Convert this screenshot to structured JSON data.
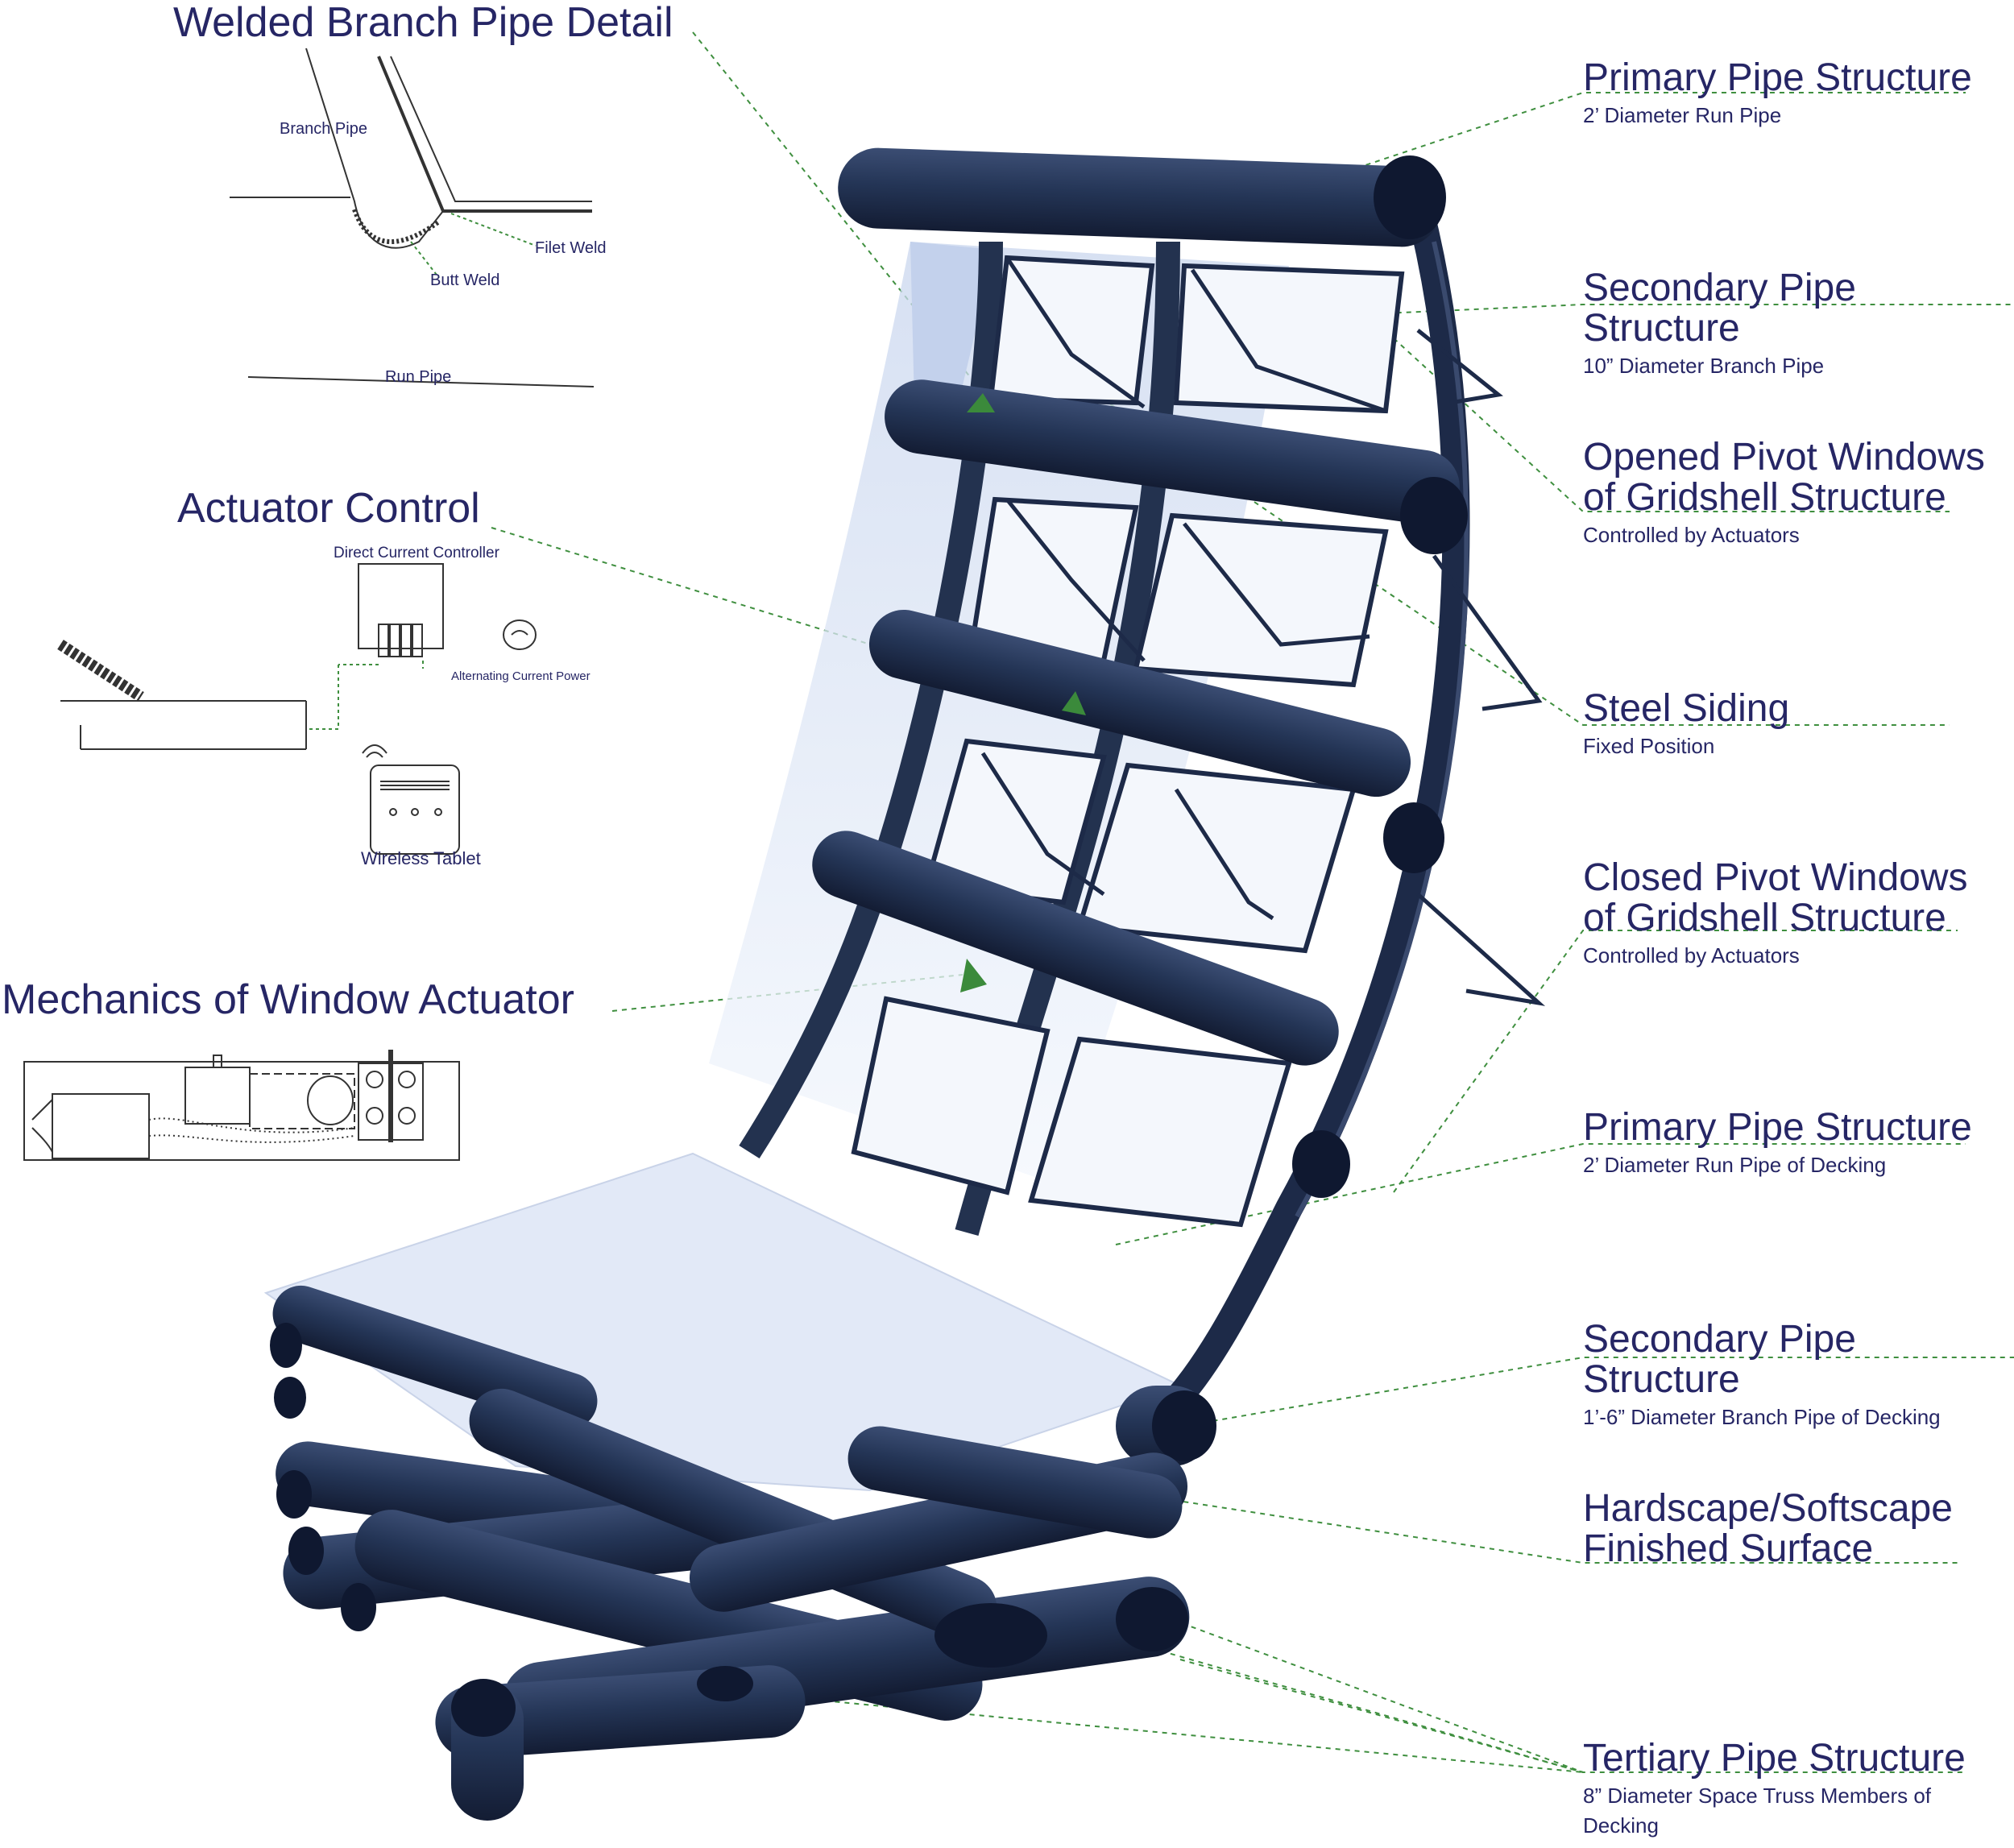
{
  "colors": {
    "ink": "#262665",
    "structure": "#1f2d4e",
    "leader": "#3f8f3f",
    "glass": "#e6eefa",
    "arrow": "#3b8a3b"
  },
  "details": {
    "weld": {
      "title": "Welded Branch Pipe Detail",
      "branch_pipe": "Branch Pipe",
      "filet_weld": "Filet Weld",
      "butt_weld": "Butt Weld",
      "run_pipe": "Run Pipe"
    },
    "actuator_control": {
      "title": "Actuator Control",
      "controller": "Direct Current Controller",
      "power": "Alternating Current Power",
      "tablet": "Wireless Tablet"
    },
    "mechanics": {
      "title": "Mechanics of  Window Actuator"
    }
  },
  "callouts": [
    {
      "title": "Primary Pipe Structure",
      "sub": "2’ Diameter Run Pipe"
    },
    {
      "title": "Secondary Pipe Structure",
      "sub": "10” Diameter Branch Pipe"
    },
    {
      "title_1": "Opened Pivot Windows",
      "title_2": "of Gridshell Structure",
      "sub": "Controlled by Actuators"
    },
    {
      "title": "Steel Siding",
      "sub": "Fixed Position"
    },
    {
      "title_1": "Closed Pivot Windows",
      "title_2": "of Gridshell Structure",
      "sub": "Controlled by Actuators"
    },
    {
      "title": "Primary Pipe Structure",
      "sub": "2’ Diameter Run Pipe of Decking"
    },
    {
      "title": "Secondary Pipe Structure",
      "sub": "1’-6” Diameter Branch Pipe of Decking"
    },
    {
      "title_1": "Hardscape/Softscape",
      "title_2": "Finished Surface"
    },
    {
      "title": "Tertiary Pipe Structure",
      "sub_1": "8” Diameter Space Truss Members of",
      "sub_2": "Decking"
    }
  ]
}
